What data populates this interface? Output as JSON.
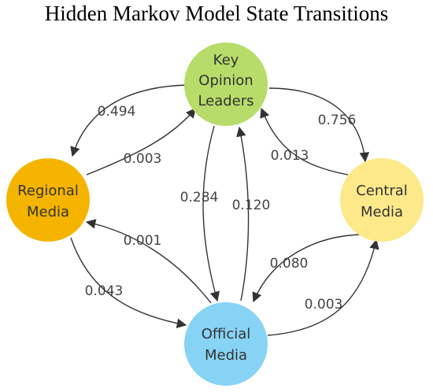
{
  "title": "Hidden Markov Model State Transitions",
  "nodes": {
    "kol": {
      "lines": [
        "Key",
        "Opinion",
        "Leaders"
      ],
      "color": "#b7dc6a"
    },
    "regional": {
      "lines": [
        "Regional",
        "Media"
      ],
      "color": "#f4b400"
    },
    "central": {
      "lines": [
        "Central",
        "Media"
      ],
      "color": "#fde98a"
    },
    "official": {
      "lines": [
        "Official",
        "Media"
      ],
      "color": "#87d3f5"
    }
  },
  "edges": [
    {
      "from": "kol",
      "to": "regional",
      "label": "0.494"
    },
    {
      "from": "regional",
      "to": "kol",
      "label": "0.003"
    },
    {
      "from": "kol",
      "to": "central",
      "label": "0.756"
    },
    {
      "from": "central",
      "to": "kol",
      "label": "0.013"
    },
    {
      "from": "kol",
      "to": "official",
      "label": "0.284"
    },
    {
      "from": "official",
      "to": "kol",
      "label": "0.120"
    },
    {
      "from": "official",
      "to": "regional",
      "label": "0.001"
    },
    {
      "from": "regional",
      "to": "official",
      "label": "0.043"
    },
    {
      "from": "central",
      "to": "official",
      "label": "0.080"
    },
    {
      "from": "official",
      "to": "central",
      "label": "0.003"
    }
  ]
}
